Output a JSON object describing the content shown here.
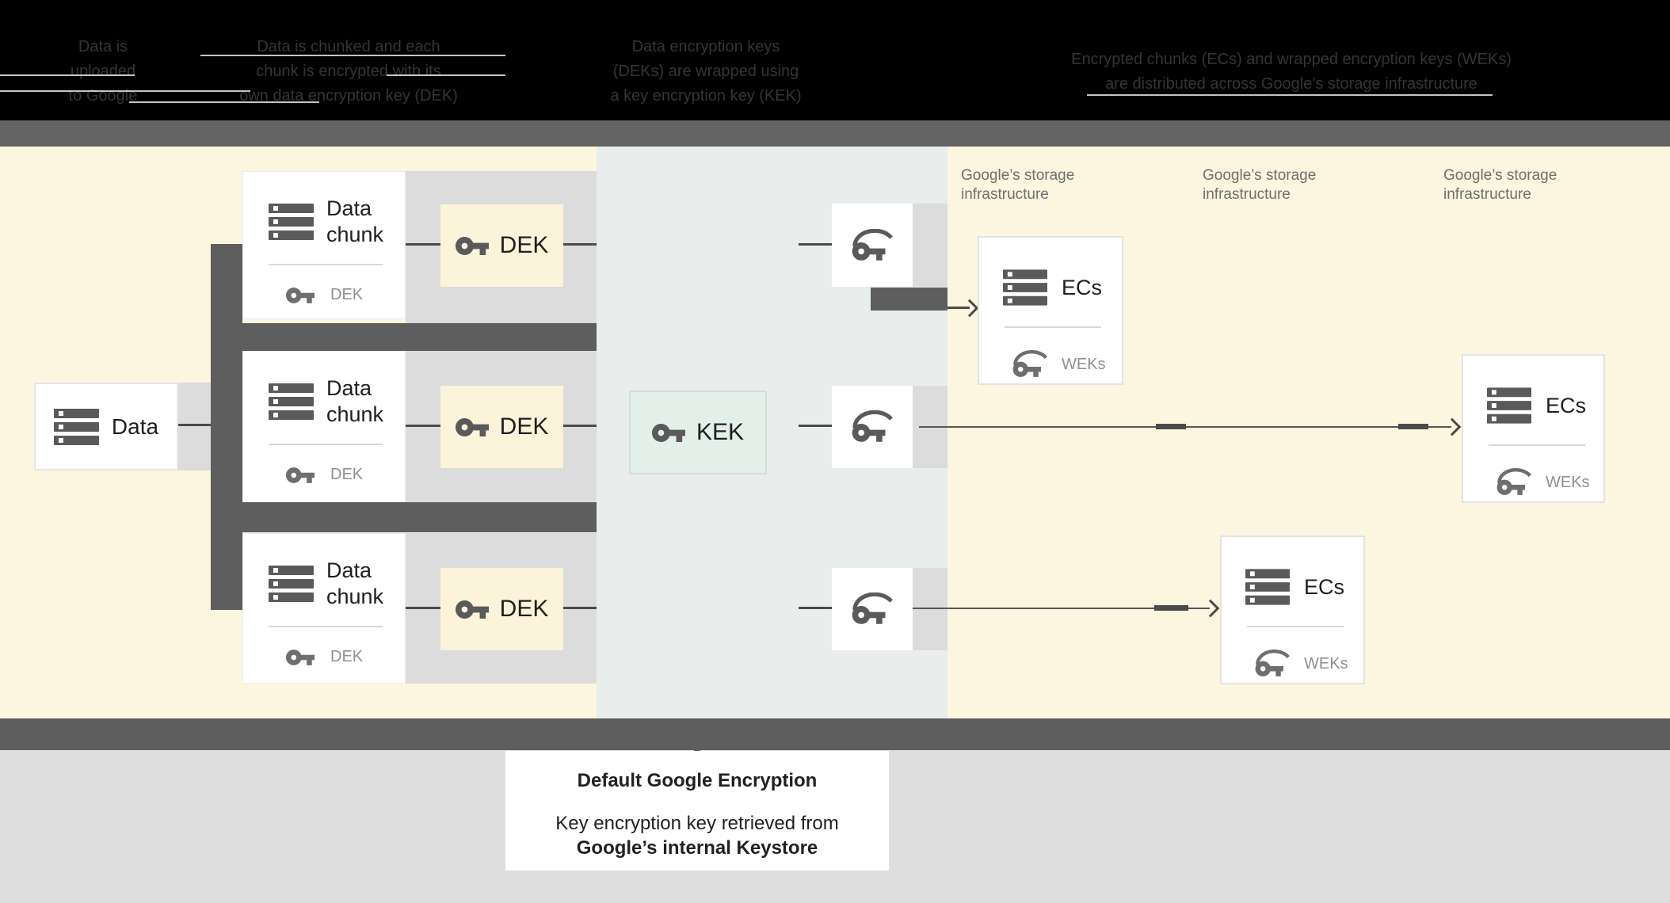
{
  "header": {
    "captions": [
      {
        "lines": [
          "Data is",
          "uploaded",
          "to Google"
        ]
      },
      {
        "lines": [
          "Data is chunked and each",
          "chunk is encrypted with its",
          "own data encryption key (DEK)"
        ]
      },
      {
        "lines": [
          "Data encryption keys",
          "(DEKs) are wrapped using",
          "a key encryption key (KEK)"
        ]
      },
      {
        "lines": [
          "Encrypted chunks (ECs) and wrapped encryption keys (WEKs)",
          "are distributed across Google’s storage infrastructure"
        ]
      }
    ]
  },
  "diagram": {
    "data_box": {
      "label": "Data"
    },
    "chunk_boxes": [
      {
        "title": "Data chunk",
        "key_label": "DEK"
      },
      {
        "title": "Data chunk",
        "key_label": "DEK"
      },
      {
        "title": "Data chunk",
        "key_label": "DEK"
      }
    ],
    "dek_boxes": [
      {
        "label": "DEK"
      },
      {
        "label": "DEK"
      },
      {
        "label": "DEK"
      }
    ],
    "kek_box": {
      "label": "KEK"
    },
    "storage_headers": [
      {
        "label": "Google’s storage infrastructure"
      },
      {
        "label": "Google’s storage infrastructure"
      },
      {
        "label": "Google’s storage infrastructure"
      }
    ],
    "ecs_boxes": [
      {
        "title": "ECs",
        "key_label": "WEKs"
      },
      {
        "title": "ECs",
        "key_label": "WEKs"
      },
      {
        "title": "ECs",
        "key_label": "WEKs"
      }
    ]
  },
  "footer": {
    "title": "Default Google Encryption",
    "subtitle_line1": "Key encryption key retrieved from",
    "subtitle_line2": "Google’s internal Keystore"
  },
  "colors": {
    "header_bg": "#000000",
    "divider_bar": "#646464",
    "background_yellow": "#fcf5df",
    "center_band": "#e9edec",
    "chunk_band": "#dcdcdc",
    "dark_gray": "#5e5e5e",
    "dek_fill": "#fbf3da",
    "kek_fill": "#e2f0e9",
    "footer_area": "#dedede",
    "icon_gray": "#5a5a5a",
    "muted_text": "#8f8f8f"
  }
}
